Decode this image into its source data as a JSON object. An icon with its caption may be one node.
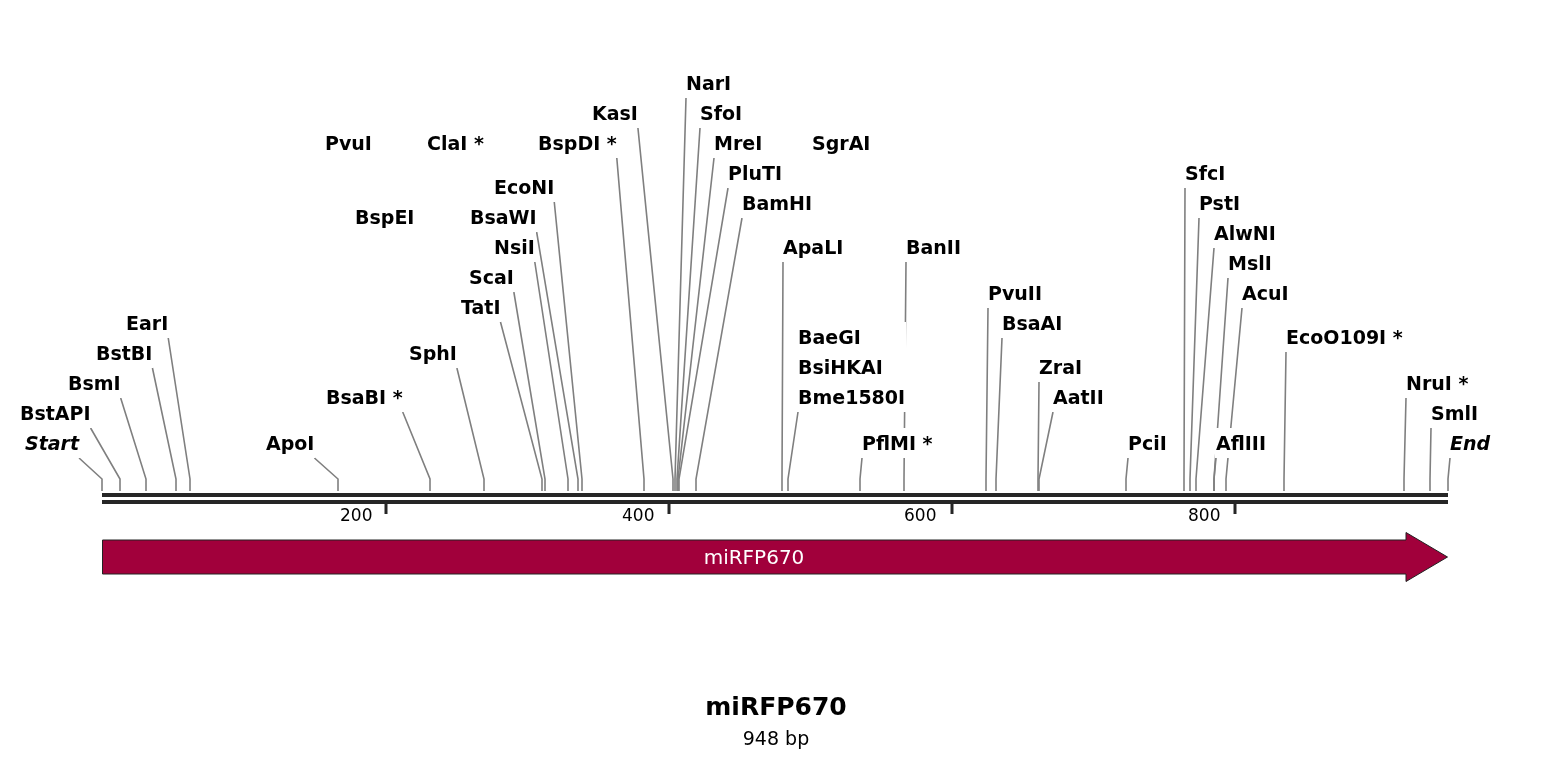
{
  "diagram": {
    "title": "miRFP670",
    "caption": "948 bp",
    "nodes": [
      {
        "text": [
          "Start"
        ]
      },
      {
        "text": [
          "BstAPI"
        ]
      },
      {
        "text": [
          "BsmI"
        ]
      },
      {
        "text": [
          "BstBI"
        ]
      },
      {
        "text": [
          "EarI"
        ]
      },
      {
        "text": [
          "ApoI"
        ]
      },
      {
        "text": [
          "BsaBI *"
        ]
      },
      {
        "text": [
          "SphI"
        ]
      },
      {
        "text": [
          "TatI"
        ]
      },
      {
        "text": [
          "ScaI"
        ]
      },
      {
        "text": [
          "NsiI"
        ]
      },
      {
        "text": [
          "BsaWI"
        ]
      },
      {
        "text": [
          "EcoNI"
        ]
      },
      {
        "text": [
          "BspDI *"
        ]
      },
      {
        "text": [
          "KasI"
        ]
      },
      {
        "text": [
          "NarI"
        ]
      },
      {
        "text": [
          "SfoI"
        ]
      },
      {
        "text": [
          "MreI"
        ]
      },
      {
        "text": [
          "PluTI"
        ]
      },
      {
        "text": [
          "BamHI"
        ]
      },
      {
        "text": [
          "ApaLI"
        ]
      },
      {
        "text": [
          "BaeGI",
          "BsiHKAI",
          "Bme1580I"
        ]
      },
      {
        "text": [
          "PflMI *"
        ]
      },
      {
        "text": [
          "BanII"
        ]
      },
      {
        "text": [
          "PvuII"
        ]
      },
      {
        "text": [
          "BsaAI"
        ]
      },
      {
        "text": [
          "ZraI"
        ]
      },
      {
        "text": [
          "AatII"
        ]
      },
      {
        "text": [
          "PciI"
        ]
      },
      {
        "text": [
          "SfcI"
        ]
      },
      {
        "text": [
          "PstI"
        ]
      },
      {
        "text": [
          "AlwNI"
        ]
      },
      {
        "text": [
          "MslI"
        ]
      },
      {
        "text": [
          "AcuI"
        ]
      },
      {
        "text": [
          "AflIII"
        ]
      },
      {
        "text": [
          "EcoO109I *"
        ]
      },
      {
        "text": [
          "NruI *"
        ]
      },
      {
        "text": [
          "SmlI"
        ]
      },
      {
        "text": [
          "End"
        ]
      },
      {
        "text": [
          "miRFP670"
        ]
      }
    ],
    "edges": [
      {
        "from": 0,
        "to": null,
        "arrow": "none"
      },
      {
        "from": 1,
        "to": null,
        "arrow": "none"
      },
      {
        "from": 2,
        "to": null,
        "arrow": "none"
      },
      {
        "from": 3,
        "to": null,
        "arrow": "none"
      },
      {
        "from": 4,
        "to": null,
        "arrow": "none"
      },
      {
        "from": 5,
        "to": null,
        "arrow": "none"
      },
      {
        "from": 6,
        "to": null,
        "arrow": "none"
      },
      {
        "from": 7,
        "to": null,
        "arrow": "none"
      },
      {
        "from": 8,
        "to": null,
        "arrow": "none"
      },
      {
        "from": 9,
        "to": null,
        "arrow": "none"
      },
      {
        "from": 10,
        "to": null,
        "arrow": "none"
      },
      {
        "from": 11,
        "to": null,
        "arrow": "none"
      },
      {
        "from": 12,
        "to": null,
        "arrow": "none"
      },
      {
        "from": 13,
        "to": null,
        "arrow": "none"
      },
      {
        "from": 14,
        "to": null,
        "arrow": "none"
      },
      {
        "from": 15,
        "to": null,
        "arrow": "none"
      },
      {
        "from": 16,
        "to": null,
        "arrow": "none"
      },
      {
        "from": 17,
        "to": null,
        "arrow": "none"
      },
      {
        "from": 18,
        "to": null,
        "arrow": "none"
      },
      {
        "from": 19,
        "to": null,
        "arrow": "none"
      },
      {
        "from": 20,
        "to": null,
        "arrow": "none"
      },
      {
        "from": 21,
        "to": null,
        "arrow": "none"
      },
      {
        "from": 22,
        "to": null,
        "arrow": "none"
      },
      {
        "from": 23,
        "to": null,
        "arrow": "none"
      },
      {
        "from": 24,
        "to": null,
        "arrow": "none"
      },
      {
        "from": 25,
        "to": null,
        "arrow": "none"
      },
      {
        "from": 26,
        "to": null,
        "arrow": "none"
      },
      {
        "from": 27,
        "to": null,
        "arrow": "none"
      },
      {
        "from": 28,
        "to": null,
        "arrow": "none"
      },
      {
        "from": 29,
        "to": null,
        "arrow": "none"
      },
      {
        "from": 30,
        "to": null,
        "arrow": "none"
      },
      {
        "from": 31,
        "to": null,
        "arrow": "none"
      },
      {
        "from": 32,
        "to": null,
        "arrow": "none"
      },
      {
        "from": 33,
        "to": null,
        "arrow": "none"
      },
      {
        "from": 34,
        "to": null,
        "arrow": "none"
      },
      {
        "from": 35,
        "to": null,
        "arrow": "none"
      },
      {
        "from": 36,
        "to": null,
        "arrow": "none"
      },
      {
        "from": 37,
        "to": null,
        "arrow": "none"
      },
      {
        "from": 38,
        "to": null,
        "arrow": "none"
      }
    ],
    "labels": [
      "PvuI",
      "ClaI *",
      "BspEI",
      "SgrAI",
      "200",
      "400",
      "600",
      "800"
    ]
  }
}
